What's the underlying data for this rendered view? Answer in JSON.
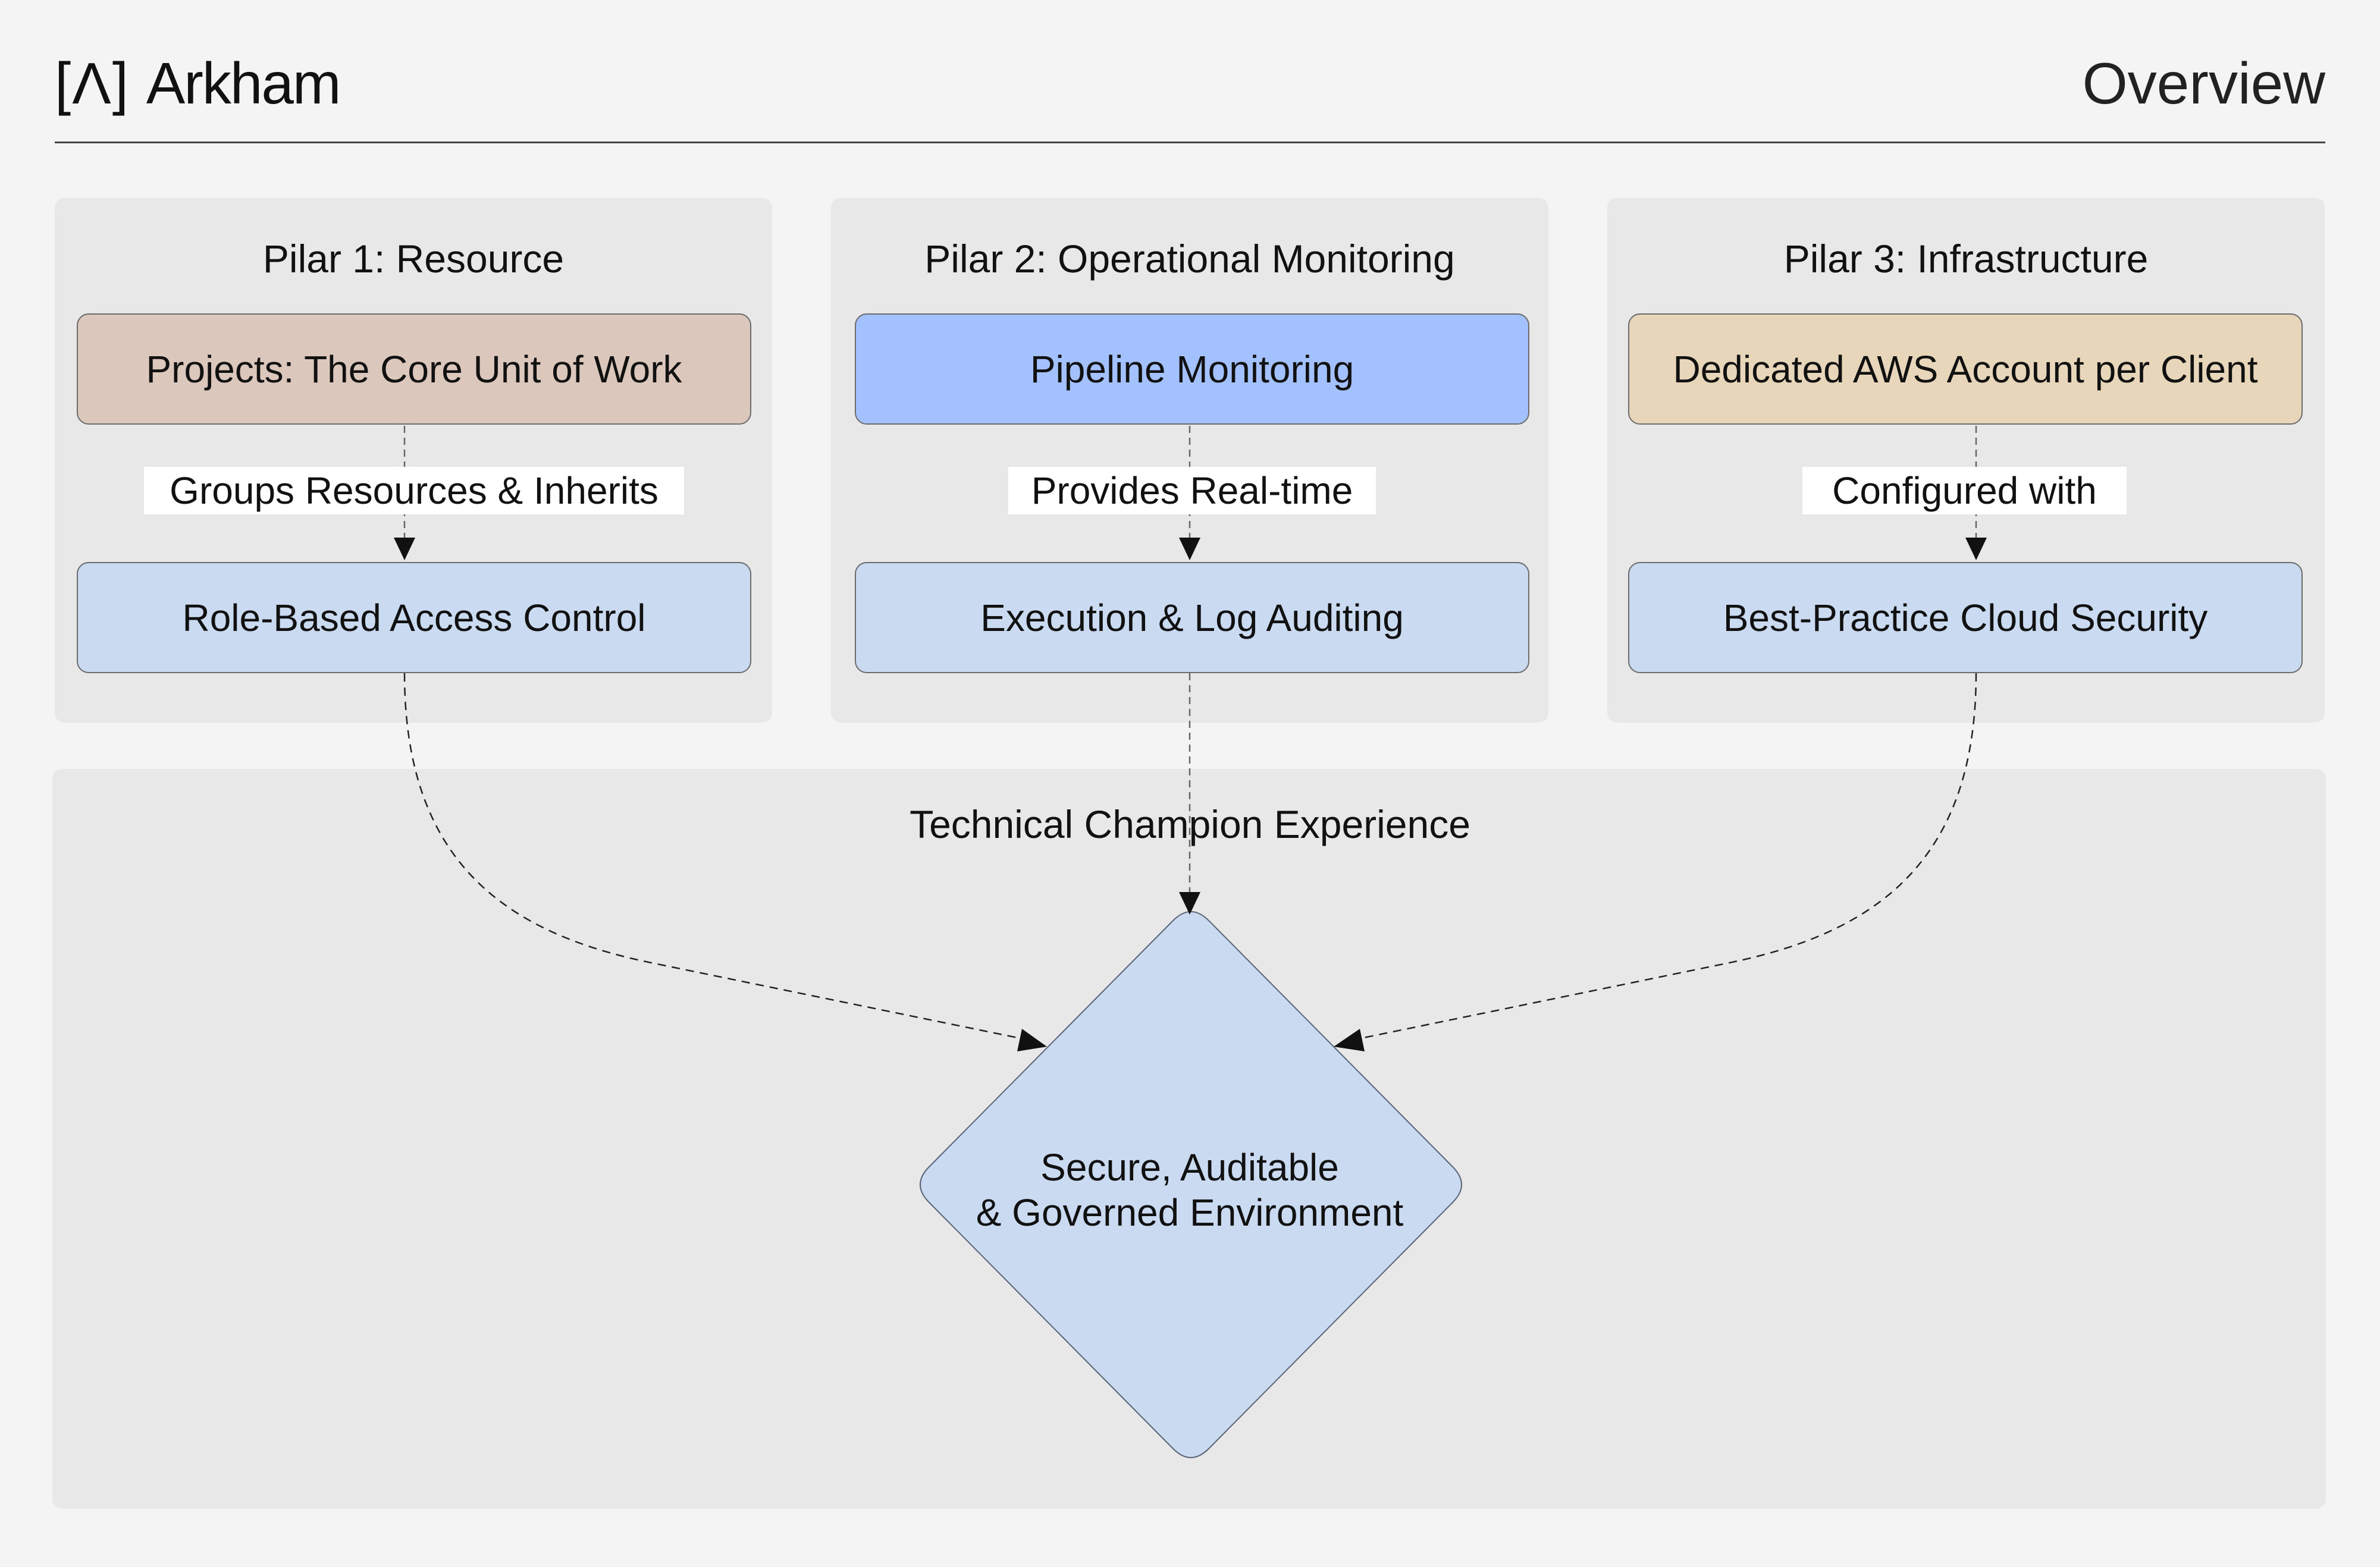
{
  "header": {
    "logo_mark": "[Λ]",
    "logo_text": "Arkham",
    "page_title": "Overview"
  },
  "pillars": [
    {
      "title": "Pilar 1: Resource",
      "source": {
        "label": "Projects: The Core Unit of Work",
        "color": "#dcc7bd"
      },
      "edge_label": "Groups Resources & Inherits",
      "target": {
        "label": "Role-Based Access Control",
        "color": "#c9daf1"
      }
    },
    {
      "title": "Pilar 2: Operational Monitoring",
      "source": {
        "label": "Pipeline Monitoring",
        "color": "#a3c0ff"
      },
      "edge_label": "Provides Real-time",
      "target": {
        "label": "Execution & Log Auditing",
        "color": "#c9daf1"
      }
    },
    {
      "title": "Pilar 3: Infrastructure",
      "source": {
        "label": "Dedicated AWS Account per Client",
        "color": "#e8d6bb"
      },
      "edge_label": "Configured with",
      "target": {
        "label": "Best-Practice Cloud Security",
        "color": "#c9daf1"
      }
    }
  ],
  "outcome_group": {
    "title": "Technical Champion Experience",
    "outcome": {
      "line1": "Secure, Auditable",
      "line2": "& Governed Environment",
      "color": "#c9daf1"
    }
  }
}
